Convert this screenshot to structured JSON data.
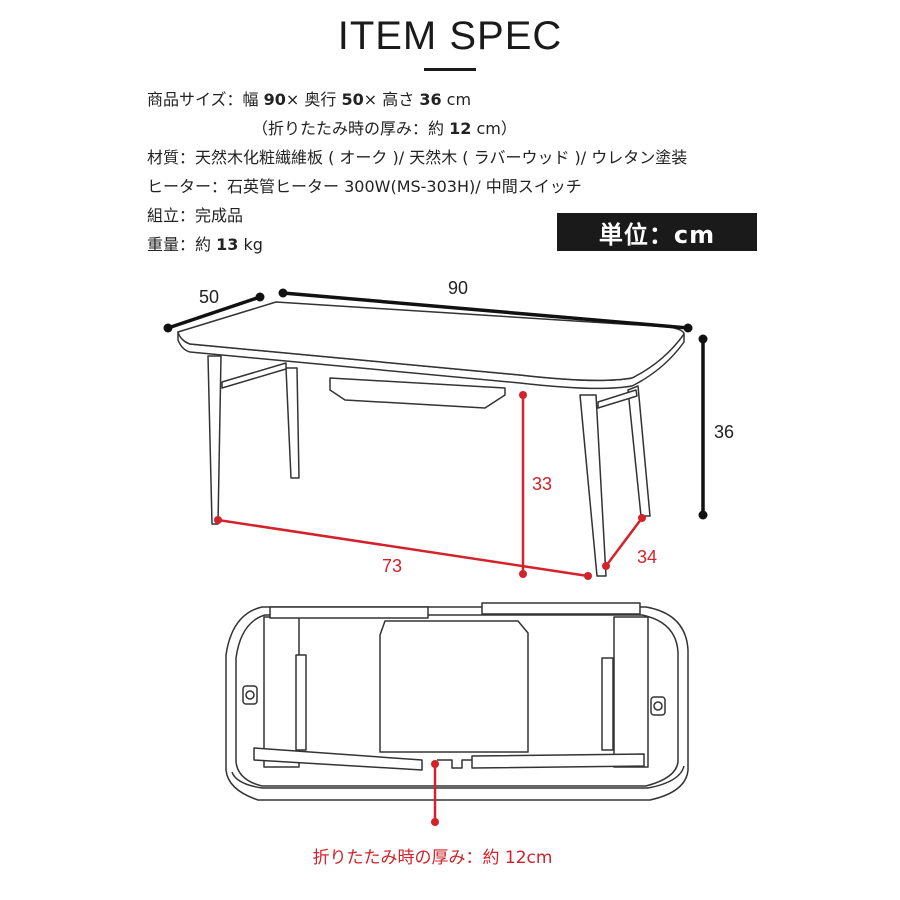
{
  "title": "ITEM SPEC",
  "specs": {
    "size_label": "商品サイズ：幅 ",
    "width": "90",
    "x1": "× 奥行 ",
    "depth": "50",
    "x2": "× 高さ ",
    "height": "36",
    "cm1": " cm",
    "fold_prefix": "（折りたたみ時の厚み：約 ",
    "fold": "12",
    "fold_suffix": " cm）",
    "material": "材質：天然木化粧繊維板 ( オーク )/ 天然木 ( ラバーウッド )/ ウレタン塗装",
    "heater": "ヒーター：石英管ヒーター 300W(MS-303H)/ 中間スイッチ",
    "assembly": "組立：完成品",
    "weight_label": "重量：約 ",
    "weight": "13",
    "weight_unit": " kg"
  },
  "unit_badge": "単位：cm",
  "dimensions": {
    "depth": "50",
    "width": "90",
    "height": "36",
    "clearance": "33",
    "leg_span_width": "73",
    "leg_span_depth": "34"
  },
  "folded_caption": "折りたたみ時の厚み：約 12cm",
  "colors": {
    "ink": "#222222",
    "accent_red": "#d3222a",
    "badge_bg": "#1a1a1a"
  }
}
